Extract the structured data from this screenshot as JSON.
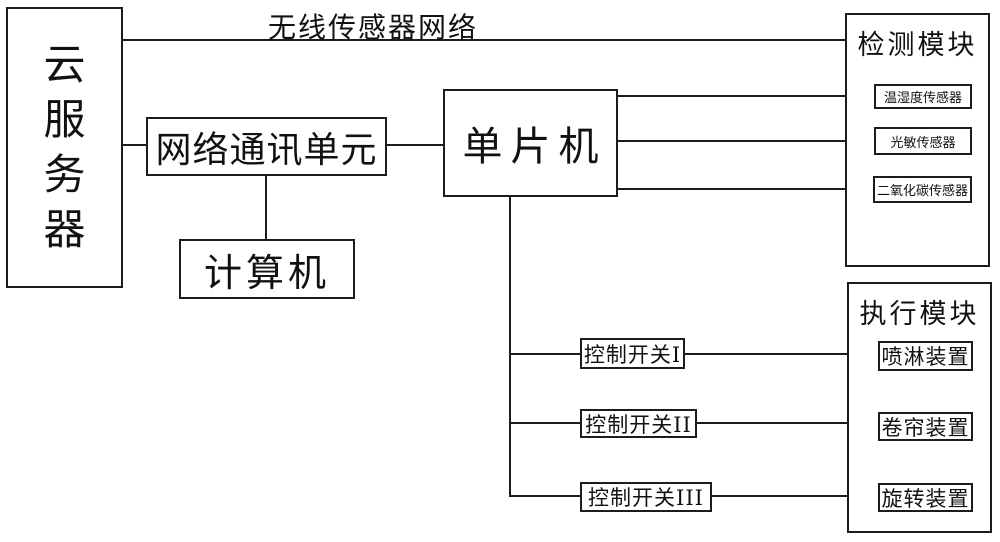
{
  "diagram": {
    "wireless_network_label": "无线传感器网络",
    "cloud_server": {
      "label": "云服务器",
      "chars": [
        "云",
        "服",
        "务",
        "器"
      ]
    },
    "network_comm_unit": {
      "label": "网络通讯单元"
    },
    "computer": {
      "label": "计算机"
    },
    "mcu": {
      "label": "单片机"
    },
    "detection_module": {
      "title": "检测模块",
      "sensors": [
        {
          "label": "温湿度传感器"
        },
        {
          "label": "光敏传感器"
        },
        {
          "label": "二氧化碳传感器"
        }
      ]
    },
    "control_switches": [
      {
        "label": "控制开关I"
      },
      {
        "label": "控制开关II"
      },
      {
        "label": "控制开关III"
      }
    ],
    "execution_module": {
      "title": "执行模块",
      "devices": [
        {
          "label": "喷淋装置"
        },
        {
          "label": "卷帘装置"
        },
        {
          "label": "旋转装置"
        }
      ]
    },
    "colors": {
      "line": "#1c1c1c",
      "background": "#ffffff",
      "text": "#111111"
    }
  }
}
